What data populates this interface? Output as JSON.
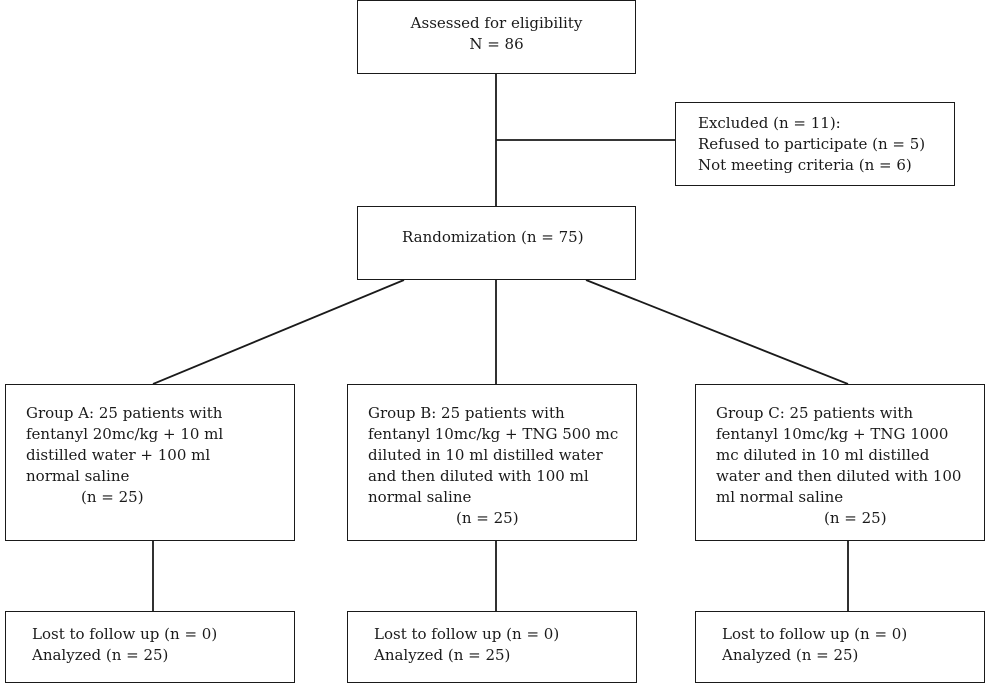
{
  "eligibility": {
    "title": "Assessed for eligibility",
    "count": "N = 86"
  },
  "excluded": {
    "title": "Excluded (n = 11):",
    "reasons": [
      "Refused to participate (n = 5)",
      "Not meeting criteria (n = 6)"
    ]
  },
  "randomization": {
    "label": "Randomization (n = 75)"
  },
  "groups": [
    {
      "lines": [
        "Group A: 25 patients with",
        "fentanyl 20mc/kg + 10 ml",
        "distilled water + 100 ml",
        "normal saline"
      ],
      "n": "(n = 25)",
      "follow_up": {
        "lost": "Lost to follow up (n = 0)",
        "analyzed": "Analyzed (n = 25)"
      }
    },
    {
      "lines": [
        "Group B: 25 patients with",
        "fentanyl 10mc/kg + TNG 500 mc",
        "diluted in 10 ml distilled water",
        "and then diluted with 100 ml",
        "normal saline"
      ],
      "n": "(n = 25)",
      "follow_up": {
        "lost": "Lost to follow up (n = 0)",
        "analyzed": "Analyzed (n = 25)"
      }
    },
    {
      "lines": [
        "Group C: 25 patients with",
        "fentanyl 10mc/kg + TNG 1000",
        "mc diluted in 10 ml distilled",
        "water and then diluted with 100",
        "ml normal saline"
      ],
      "n": "(n = 25)",
      "follow_up": {
        "lost": "Lost to follow up (n = 0)",
        "analyzed": "Analyzed (n = 25)"
      }
    }
  ]
}
